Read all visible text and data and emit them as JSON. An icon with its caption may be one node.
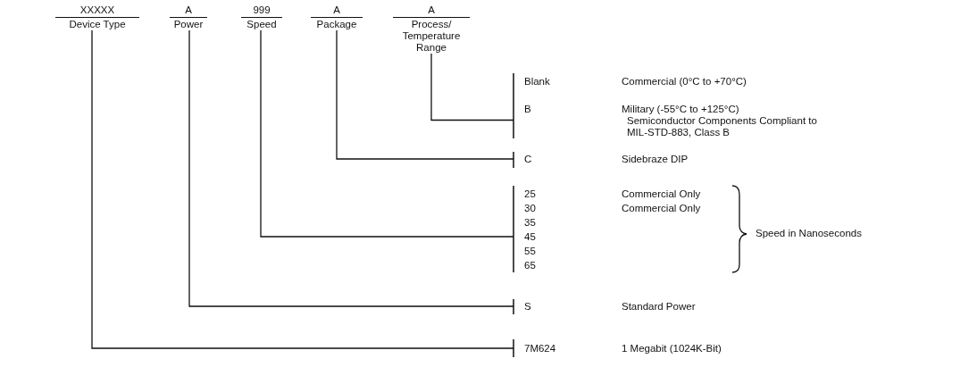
{
  "diagram": {
    "nodes": [
      {
        "text": [
          "XXXXX",
          "Device Type"
        ]
      },
      {
        "text": [
          "A",
          "Power"
        ]
      },
      {
        "text": [
          "999",
          "Speed"
        ]
      },
      {
        "text": [
          "A",
          "Package"
        ]
      },
      {
        "text": [
          "A",
          "Process/ Temperature Range"
        ]
      },
      {
        "text": [
          "Blank"
        ],
        "beside": [
          "Commercial (0°C to +70°C)"
        ]
      },
      {
        "text": [
          "B"
        ],
        "beside": [
          "Military (-55°C to +125°C)",
          "Semiconductor Components Compliant to MIL-STD-883, Class B"
        ]
      },
      {
        "text": [
          "C"
        ],
        "beside": [
          "Sidebraze DIP"
        ]
      },
      {
        "text": [
          "25"
        ],
        "beside": [
          "Commercial Only"
        ]
      },
      {
        "text": [
          "30"
        ],
        "beside": [
          "Commercial Only"
        ]
      },
      {
        "text": [
          "35"
        ]
      },
      {
        "text": [
          "45"
        ]
      },
      {
        "text": [
          "55"
        ]
      },
      {
        "text": [
          "65"
        ]
      },
      {
        "text": [
          "S"
        ],
        "beside": [
          "Standard Power"
        ]
      },
      {
        "text": [
          "7M624"
        ],
        "beside": [
          "1 Megabit (1024K-Bit)"
        ]
      }
    ],
    "edges": [
      {
        "from": 4,
        "to": 6,
        "arrow": "none"
      },
      {
        "from": 3,
        "to": 7,
        "arrow": "none"
      },
      {
        "from": 2,
        "to": 11,
        "arrow": "none"
      },
      {
        "from": 1,
        "to": 14,
        "arrow": "none"
      },
      {
        "from": 0,
        "to": 15,
        "arrow": "none"
      }
    ],
    "labels": [
      "Speed in Nanoseconds"
    ]
  }
}
